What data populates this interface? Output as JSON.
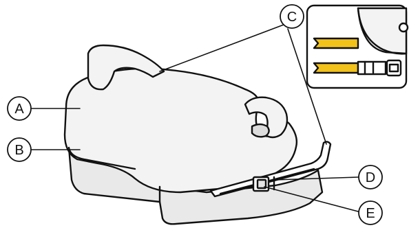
{
  "callouts": [
    {
      "letter": "A"
    },
    {
      "letter": "B"
    },
    {
      "letter": "C"
    },
    {
      "letter": "D"
    },
    {
      "letter": "E"
    }
  ],
  "colors": {
    "line": "#111111",
    "seat_fill": "#f3f3f3",
    "seat_shade": "#e4e4e4",
    "strap_yellow": "#f2c21b",
    "background": "#ffffff"
  },
  "icons": [
    "booster-seat-illustration",
    "isofix-connector-detail"
  ]
}
